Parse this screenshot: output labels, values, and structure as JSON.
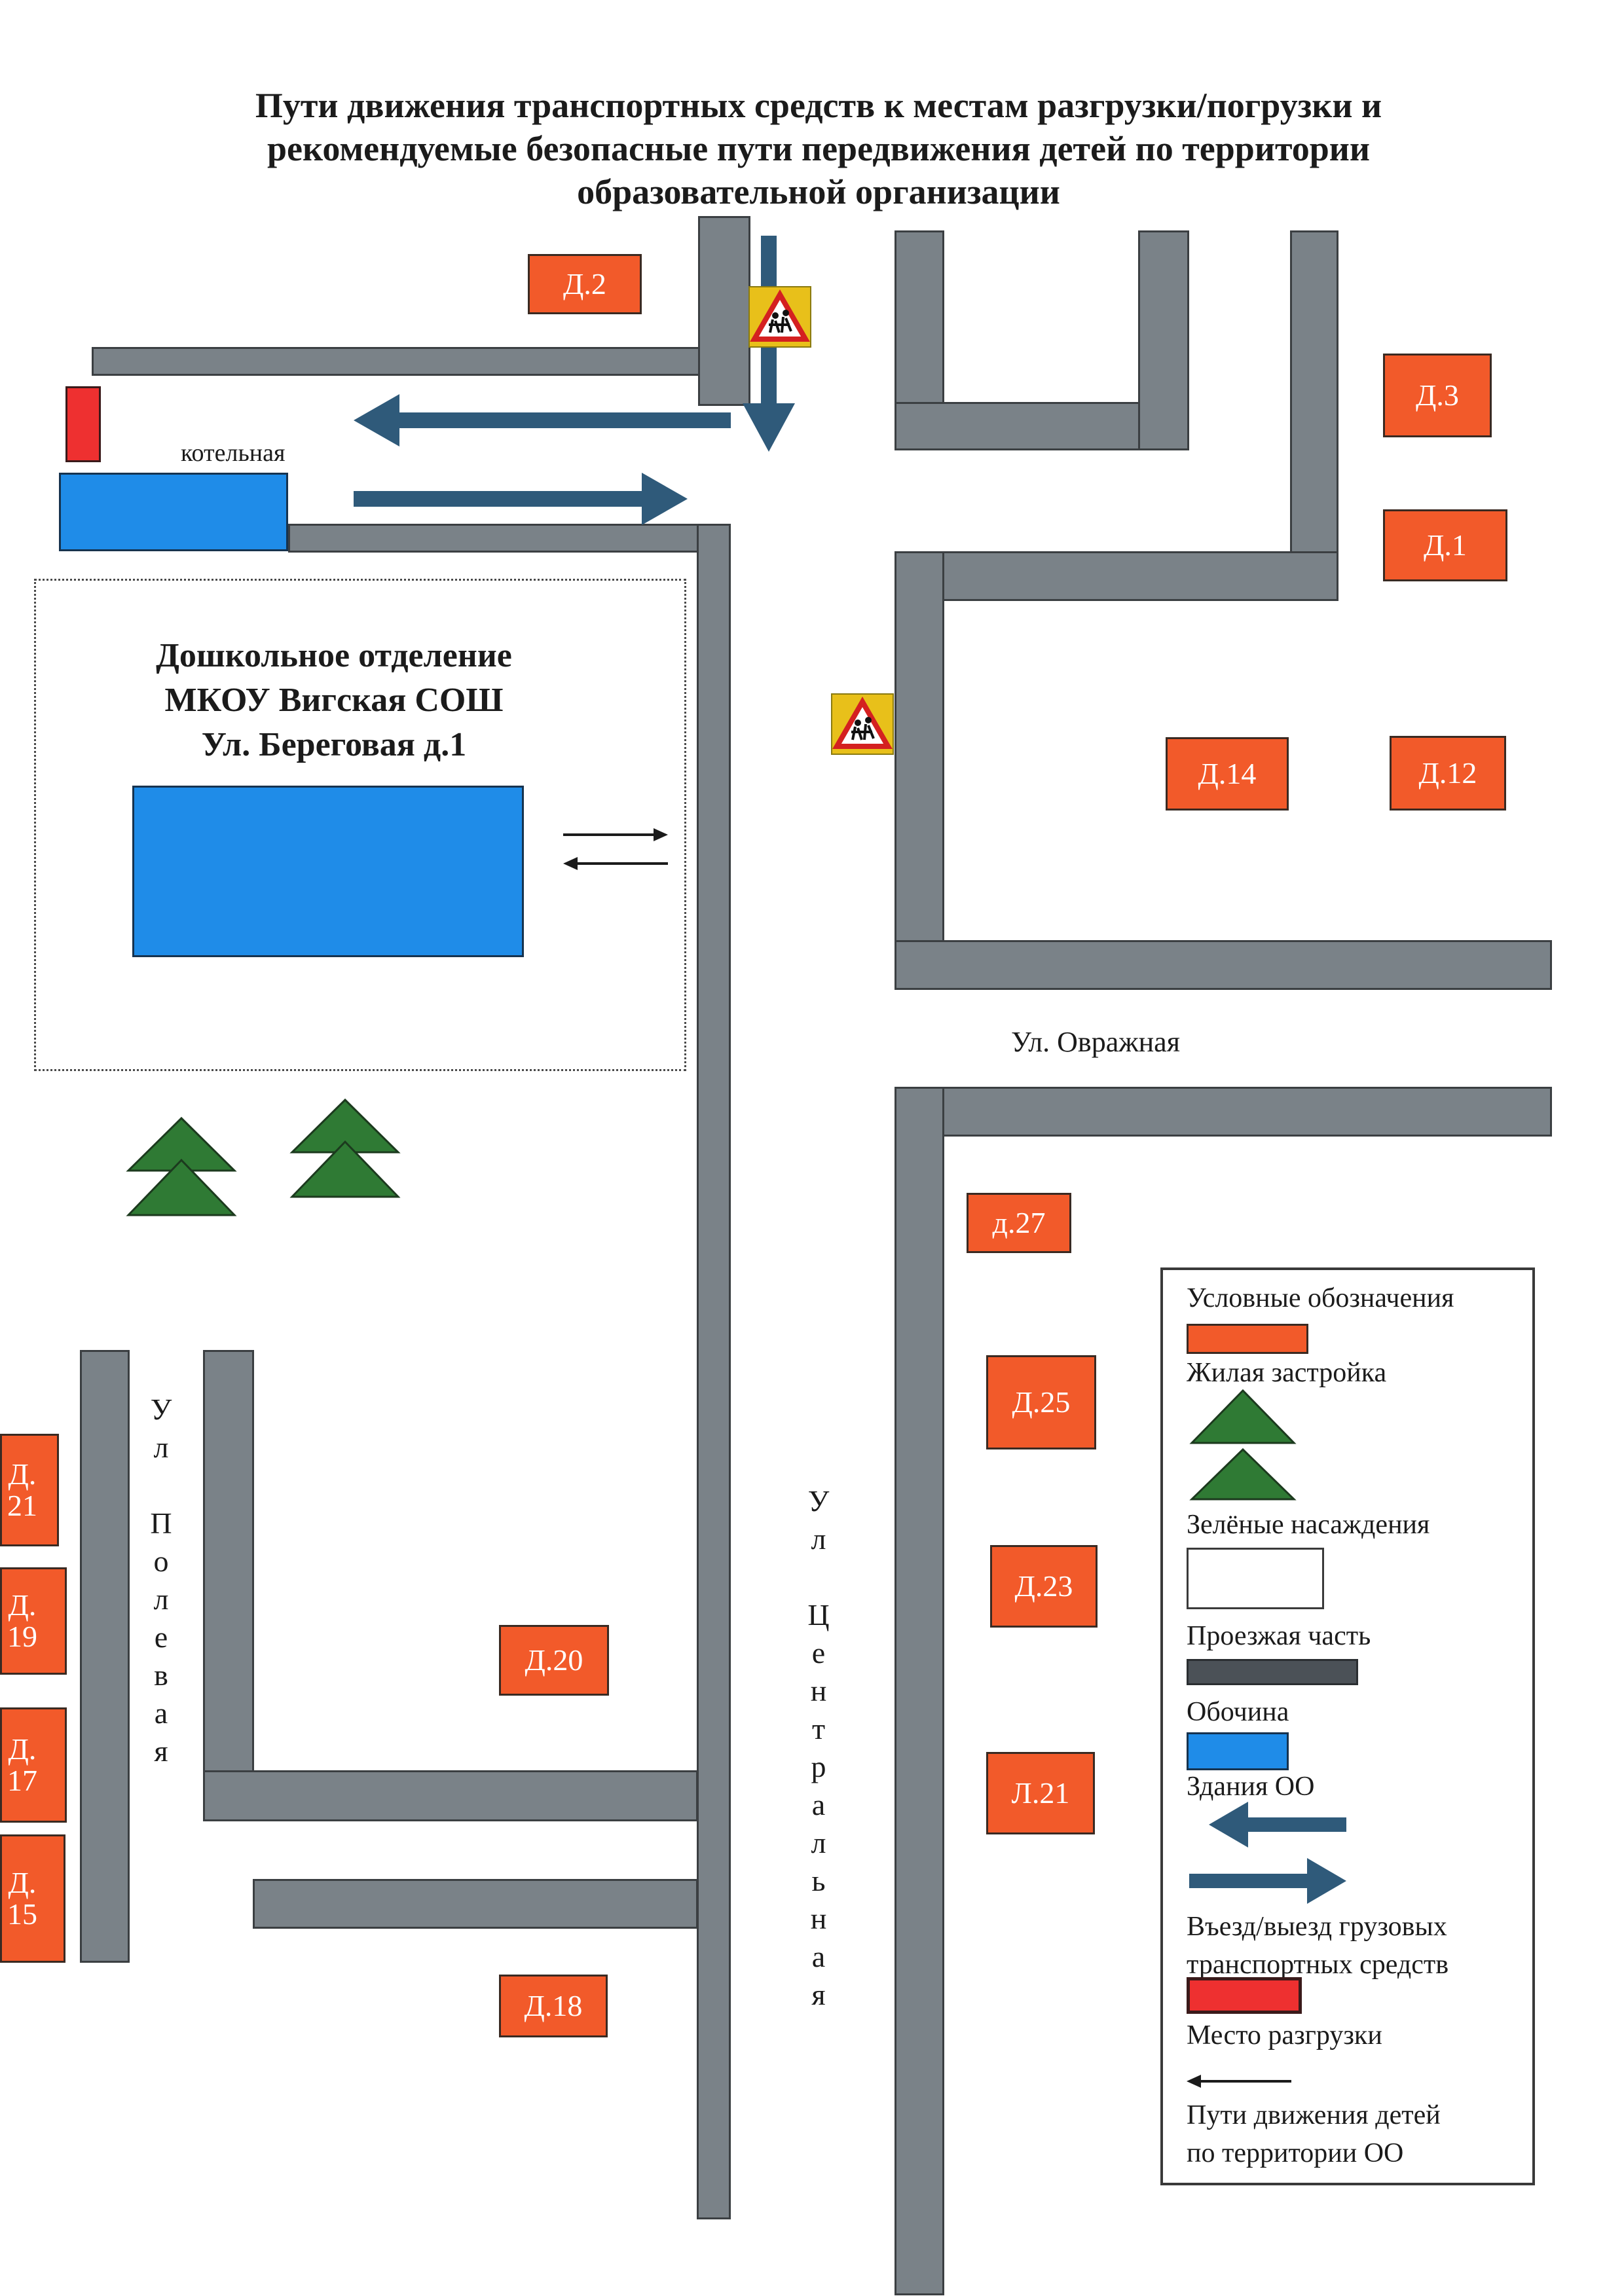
{
  "title_lines": [
    "Пути движения транспортных средств к местам разгрузки/погрузки и",
    "рекомендуемые безопасные пути передвижения детей по территории",
    "образовательной организации"
  ],
  "school": {
    "name_lines": [
      "Дошкольное отделение",
      "МКОУ Вигская СОШ",
      "Ул. Береговая д.1"
    ],
    "boiler_label": "котельная"
  },
  "streets": {
    "ovrazhnaya": "Ул. Овражная",
    "polevaya_letters": [
      "У",
      "л",
      "",
      "П",
      "о",
      "л",
      "е",
      "в",
      "а",
      "я"
    ],
    "centralnaya_letters": [
      "У",
      "л",
      "",
      "Ц",
      "е",
      "н",
      "т",
      "р",
      "а",
      "л",
      "ь",
      "н",
      "а",
      "я"
    ]
  },
  "houses": {
    "d2": "Д.2",
    "d3": "Д.3",
    "d1": "Д.1",
    "d14": "Д.14",
    "d12": "Д.12",
    "d27": "д.27",
    "d25": "Д.25",
    "d23": "Д.23",
    "d21r": "Л.21",
    "d20": "Д.20",
    "d18": "Д.18",
    "d21l": "Д.\n21",
    "d19": "Д.\n19",
    "d17": "Д.\n17",
    "d15": "Д.\n15"
  },
  "legend": {
    "title": "Условные обозначения",
    "residential": "Жилая застройка",
    "greenery": "Зелёные насаждения",
    "roadway": "Проезжая часть",
    "shoulder": "Обочина",
    "buildings": "Здания ОО",
    "truck_entry_exit_lines": [
      "Въезд/выезд грузовых",
      "транспортных средств"
    ],
    "unloading": "Место разгрузки",
    "children_paths_lines": [
      "Пути движения детей",
      "по территории ОО"
    ]
  },
  "colors": {
    "residential": "#f25a2a",
    "roadway": "#7a8288",
    "shoulder": "#4b5157",
    "building": "#1f8ce8",
    "unloading": "#ee3030",
    "tree": "#2f7a34",
    "truck_arrow": "#2f5a7a",
    "sign": "#e8c01a"
  },
  "icons": {
    "tree": "tree-icon",
    "children_sign": "children-crossing-sign-icon",
    "truck_arrow": "arrow-icon"
  }
}
